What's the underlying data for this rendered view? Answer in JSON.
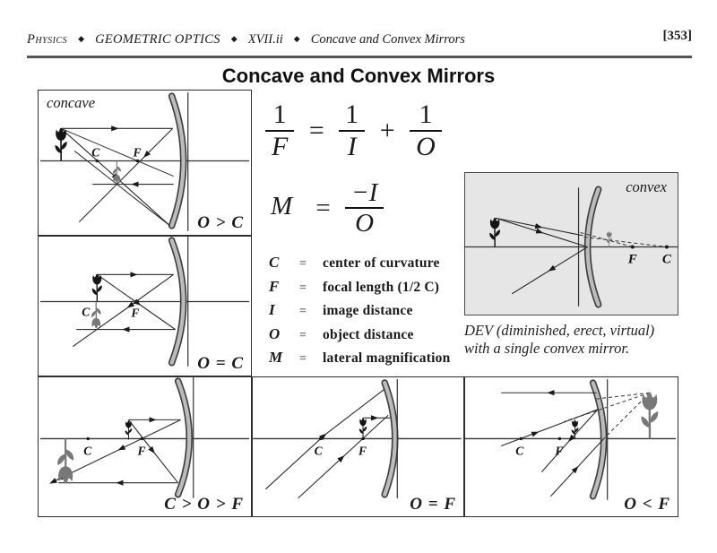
{
  "header": {
    "subject": "Physics",
    "bullet": "◆",
    "section": "Geometric Optics",
    "chapter": "XVII.ii",
    "topic": "Concave and Convex Mirrors",
    "page_number": "[353]"
  },
  "title": "Concave and Convex Mirrors",
  "formulas": {
    "mirror_equation": {
      "num1": "1",
      "den1": "F",
      "equals": "=",
      "num2": "1",
      "den2": "I",
      "plus": "+",
      "num3": "1",
      "den3": "O"
    },
    "magnification": {
      "lhs": "M",
      "equals": "=",
      "numerator": "−I",
      "denominator": "O"
    }
  },
  "legend": [
    {
      "symbol": "C",
      "eq": "=",
      "definition": "center of curvature"
    },
    {
      "symbol": "F",
      "eq": "=",
      "definition": "focal length (1/2 C)"
    },
    {
      "symbol": "I",
      "eq": "=",
      "definition": "image distance"
    },
    {
      "symbol": "O",
      "eq": "=",
      "definition": "object distance"
    },
    {
      "symbol": "M",
      "eq": "=",
      "definition": "lateral magnification"
    }
  ],
  "diagrams": {
    "concave_o_gt_c": {
      "mirror_type_label": "concave",
      "case_label": "O > C",
      "c": "C",
      "f": "F"
    },
    "o_eq_c": {
      "case_label": "O = C",
      "c": "C",
      "f": "F"
    },
    "c_gt_o_gt_f": {
      "case_label": "C > O > F",
      "c": "C",
      "f": "F"
    },
    "o_eq_f": {
      "case_label": "O = F",
      "c": "C",
      "f": "F"
    },
    "o_lt_f": {
      "case_label": "O < F",
      "c": "C",
      "f": "F"
    },
    "convex": {
      "mirror_type_label": "convex",
      "f": "F",
      "c": "C",
      "caption_line1": "DEV (diminished, erect, virtual)",
      "caption_line2": "with a single convex mirror."
    }
  },
  "colors": {
    "page_bg": "#ffffff",
    "convex_panel_bg": "#e6e6e6",
    "ink": "#1a1a1a",
    "mirror_fill": "#bcbcbc",
    "mirror_outline": "#3f3f3f",
    "image_flower": "#787878"
  }
}
